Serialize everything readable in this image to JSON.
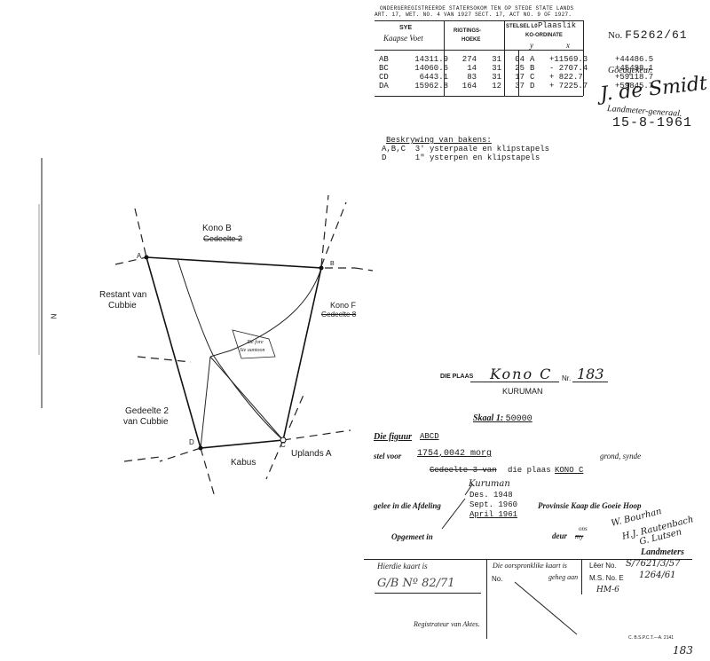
{
  "header": {
    "act_line1": "ONDERGEREGISTREERDE STATERSOKOM TEN OP STEDE STATE LANDS",
    "act_line2": "ART. 17, WET. NO. 4 VAN 1927 SECT. 17, ACT NO. 9 OF 1927.",
    "diagram_no_label": "No.",
    "diagram_no_value": "F5262/61",
    "stelsel_label": "STELSEL L0",
    "stelsel_value": "Plaaslik",
    "koordinate_label": "KO-ORDINATE"
  },
  "coord_table": {
    "col_sye": "SYE",
    "col_sye_sub": "Kaapse Voet",
    "col_rigting": "RIGTINGS-",
    "col_rigting_sub": "HOEKE",
    "col_y": "y",
    "col_x": "x",
    "rows": [
      {
        "side": "AB",
        "length": "14311.9",
        "deg": "274",
        "min": "31",
        "sec": "04",
        "pt": "A",
        "y": "+11569.3",
        "x": "+44486.5"
      },
      {
        "side": "BC",
        "length": "14060.6",
        "deg": "14",
        "min": "31",
        "sec": "25",
        "pt": "B",
        "y": "- 2707.4",
        "x": "+45498.1"
      },
      {
        "side": "CD",
        "length": "6443.1",
        "deg": "83",
        "min": "31",
        "sec": "17",
        "pt": "C",
        "y": "+ 822.7",
        "x": "+59118.7"
      },
      {
        "side": "DA",
        "length": "15962.8",
        "deg": "164",
        "min": "12",
        "sec": "37",
        "pt": "D",
        "y": "+ 7225.7",
        "x": "+59845.7"
      }
    ]
  },
  "approval": {
    "goedgekeur": "Goedgekeur.",
    "signature": "J. de Smidt",
    "title": "Landmeter-generaal.",
    "date": "15-8-1961"
  },
  "beacons": {
    "heading": "Beskrywing van bakens:",
    "line1": "A,B,C  3' ysterpaale en klipstapels",
    "line2": "D      1\" ysterpen en klipstapels"
  },
  "map": {
    "labels": {
      "kono_b": "Kono B",
      "gedeelte2_b": "Gedeelte 2",
      "restant": "Restant van",
      "cubbie": "Cubbie",
      "kono_f": "Kono F",
      "gedeelte_f": "Gedeelte 8",
      "gedeelte2_cubbie_1": "Gedeelte 2",
      "gedeelte2_cubbie_2": "van Cubbie",
      "kabus": "Kabus",
      "uplands": "Uplands A",
      "pt_a": "A",
      "pt_b": "B",
      "pt_c": "C",
      "pt_d": "D",
      "north": "N",
      "note1": "Zie fore",
      "note2": "Sie aantoon"
    }
  },
  "plaas": {
    "label": "DIE PLAAS",
    "name": "Kono C",
    "nr_label": "Nr.",
    "nr_value": "183",
    "district": "KURUMAN"
  },
  "schaal": {
    "label": "Skaal 1:",
    "value": "50000"
  },
  "figure": {
    "die_figuur": "Die figuur",
    "abcd": "ABCD",
    "stel_voor": "stel voor",
    "area": "1754,0042 morg",
    "grond": "grond, synde",
    "gedeelte_struck": "Gedeelte  3 van",
    "van_die": "die plaas",
    "kono": "KONO C",
    "gelee": "gelee in die Afdeling",
    "afdeling": "Kuruman",
    "provinsie": "Provinsie Kaap die Goeie Hoop",
    "date1": "Des. 1948",
    "date2": "Sept. 1960",
    "date3": "April 1961",
    "opgemeet": "Opgemeet in",
    "deur": "deur",
    "ons": "ons",
    "my": "my",
    "surveyor_sig1": "W. Bourhan",
    "surveyor_sig2": "H.J. Rautenbach",
    "surveyor_sig3": "G. Lutsen",
    "landmeters": "Landmeters"
  },
  "footer": {
    "hierdie": "Hierdie kaart is",
    "kaart_no": "G/B Nº 82/71",
    "die_oorspronklike": "Die oorspronklike kaart is",
    "geheg_aan": "geheg aan",
    "no_label": "No.",
    "leer_label": "Lêer No.",
    "leer_value": "S/7621/3/57",
    "ms_label": "M.S. No. E",
    "ms_value": "1264/61",
    "hm": "HM-6",
    "registrateur": "Registrateur van Aktes.",
    "print_code": "C. B.S.P.C.T.—A. 2141",
    "page_no": "183"
  }
}
